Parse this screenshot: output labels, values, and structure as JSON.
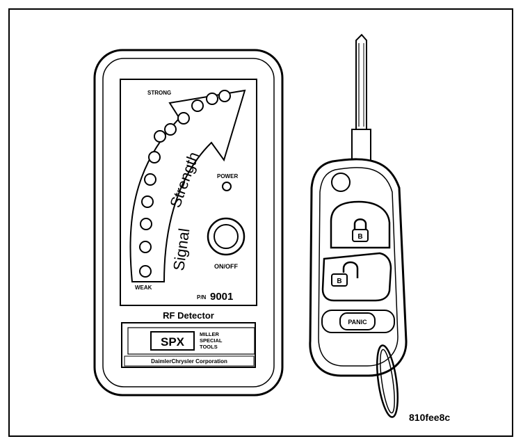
{
  "detector": {
    "strong_label": "STRONG",
    "weak_label": "WEAK",
    "signal_label": "Signal",
    "strength_label": "Strength",
    "power_label": "POWER",
    "onoff_label": "ON/OFF",
    "pn_prefix": "P/N",
    "pn_number": "9001",
    "device_name": "RF Detector",
    "brand": "SPX",
    "brand_lines": [
      "MILLER",
      "SPECIAL",
      "TOOLS"
    ],
    "manufacturer": "DaimlerChrysler Corporation",
    "signal_led_count": 12
  },
  "key_fob": {
    "panic_label": "PANIC",
    "lock_button_label": "lock",
    "unlock_button_label": "unlock"
  },
  "figure_id": "810fee8c",
  "colors": {
    "ink": "#000000",
    "paper": "#ffffff"
  }
}
